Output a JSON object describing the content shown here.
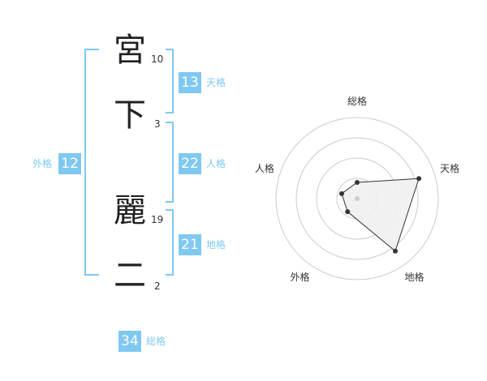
{
  "name": {
    "chars": [
      {
        "char": "宮",
        "strokes": "10"
      },
      {
        "char": "下",
        "strokes": "3"
      },
      {
        "char": "麗",
        "strokes": "19"
      },
      {
        "char": "二",
        "strokes": "2"
      }
    ]
  },
  "fortune": {
    "tenkaku": {
      "value": "13",
      "label": "天格"
    },
    "jinkaku": {
      "value": "22",
      "label": "人格"
    },
    "chikaku": {
      "value": "21",
      "label": "地格"
    },
    "gaikaku": {
      "value": "12",
      "label": "外格"
    },
    "soukaku": {
      "value": "34",
      "label": "総格"
    }
  },
  "chart_data": {
    "type": "radar",
    "axes": [
      "総格",
      "天格",
      "地格",
      "外格",
      "人格"
    ],
    "values": [
      1,
      4,
      4,
      1,
      1
    ],
    "max": 5,
    "rings": 4,
    "colors": {
      "fill": "#f0f0f0",
      "stroke": "#333333",
      "grid": "#cccccc",
      "point": "#333333",
      "center": "#cccccc"
    }
  },
  "colors": {
    "accent": "#7fc8f2",
    "text": "#222222"
  }
}
